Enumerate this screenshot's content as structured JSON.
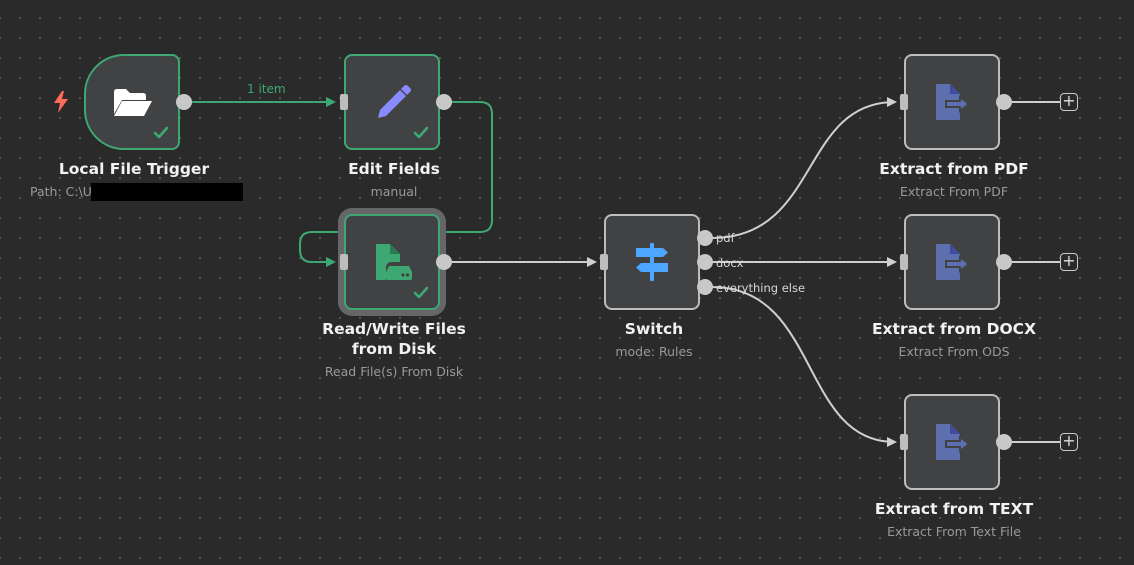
{
  "nodes": {
    "local_file_trigger": {
      "title": "Local File Trigger",
      "subtitle": "Path: C:\\U"
    },
    "edit_fields": {
      "title": "Edit Fields",
      "subtitle": "manual"
    },
    "read_write_files": {
      "title": "Read/Write Files from Disk",
      "subtitle": "Read File(s) From Disk"
    },
    "switch": {
      "title": "Switch",
      "subtitle": "mode: Rules"
    },
    "extract_pdf": {
      "title": "Extract from PDF",
      "subtitle": "Extract From PDF"
    },
    "extract_docx": {
      "title": "Extract from DOCX",
      "subtitle": "Extract From ODS"
    },
    "extract_text": {
      "title": "Extract from TEXT",
      "subtitle": "Extract From Text File"
    }
  },
  "connection_labels": {
    "trigger_to_edit": "1 item"
  },
  "switch_outputs": [
    "pdf",
    "docx",
    "everything else"
  ],
  "plus_label": "+",
  "icons": {
    "trigger_bolt": "lightning-bolt-icon",
    "local_file_trigger": "folder-open-icon",
    "edit_fields": "pencil-icon",
    "read_write_files": "file-drive-icon",
    "switch": "signpost-icon",
    "extract": "file-export-icon",
    "success": "check-icon"
  },
  "colors": {
    "canvas": "#2a2a2a",
    "node": "#414244",
    "success": "#3ea873",
    "trigger_bolt": "#ff6d5a",
    "pencil": "#8a8aff",
    "switch_icon": "#4da6ff",
    "extract_icon": "#5e6fb0"
  }
}
